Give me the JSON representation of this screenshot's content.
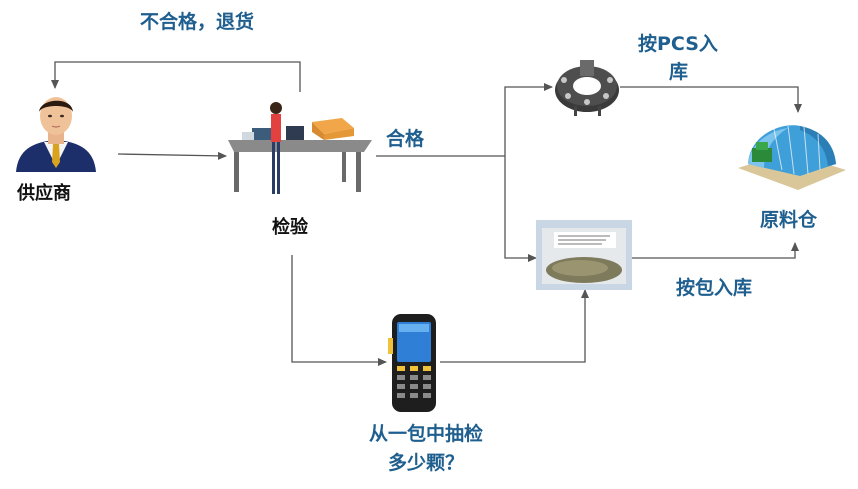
{
  "labels": {
    "supplier": "供应商",
    "inspection": "检验",
    "reject_return": "不合格，退货",
    "pass": "合格",
    "store_by_pcs_line1": "按PCS入",
    "store_by_pcs_line2": "库",
    "raw_material_warehouse": "原料仓",
    "store_by_bag": "按包入库",
    "sampling_question_line1": "从一包中抽检",
    "sampling_question_line2": "多少颗？"
  },
  "icons": {
    "supplier": "businessman-avatar-icon",
    "inspection": "inspection-workbench-icon",
    "pcs_component": "reel-component-icon",
    "bag_component": "component-bag-icon",
    "warehouse": "warehouse-icon",
    "scanner": "handheld-scanner-icon"
  },
  "colors": {
    "label_blue": "#1f5f8f",
    "label_black": "#111111",
    "arrow": "#555555"
  }
}
